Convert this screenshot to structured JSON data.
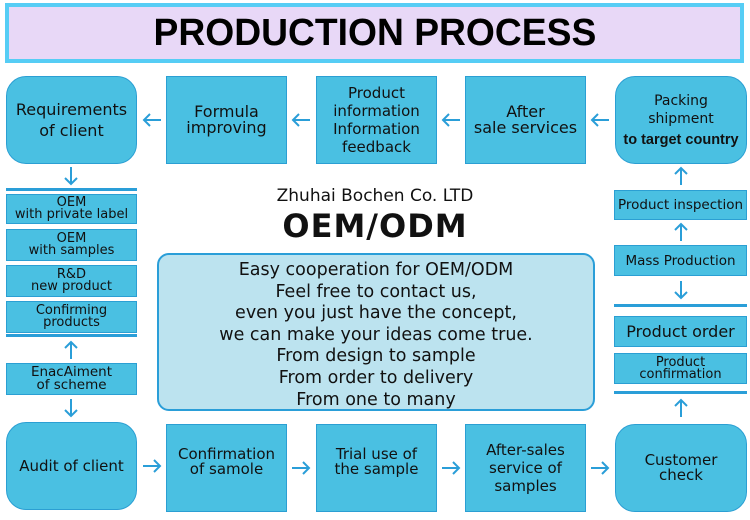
{
  "title": "PRODUCTION PROCESS",
  "company": "Zhuhai Bochen Co. LTD",
  "headline": "OEM/ODM",
  "info_lines": [
    "Easy cooperation for OEM/ODM",
    "Feel free to contact us,",
    "even you just have the concept,",
    "we can make your ideas come true.",
    "From design to sample",
    "From order to delivery",
    "From one to many"
  ],
  "top_row": {
    "requirements": "Requirements\nof client",
    "formula": "Formula\nimproving",
    "product_info": "Product\ninformation\nInformation\nfeedback",
    "after_sale": "After\nsale services",
    "packing_line1": "Packing\nshipment",
    "packing_line2": "to target country"
  },
  "left_column": {
    "oem_private": "OEM\nwith private label",
    "oem_samples": "OEM\nwith samples",
    "rnd": "R&D\nnew product",
    "confirming": "Confirming\nproducts",
    "enacting": "EnacAiment\nof scheme"
  },
  "right_column": {
    "inspection": "Product inspection",
    "mass": "Mass Production",
    "order": "Product order",
    "confirmation": "Product\nconfirmation"
  },
  "bottom_row": {
    "audit": "Audit of client",
    "confirm_sample": "Confirmation\nof samole",
    "trial": "Trial use of\nthe sample",
    "after_sales_samples": "After-sales\nservice of\nsamples",
    "customer_check": "Customer\ncheck"
  },
  "colors": {
    "box_fill": "#4ac0e2",
    "box_border": "#2b9fd3",
    "arrow": "#2a9ed8",
    "title_bg": "#e8d8f7",
    "title_border": "#56cdf5",
    "panel_bg": "#bce3ef"
  }
}
